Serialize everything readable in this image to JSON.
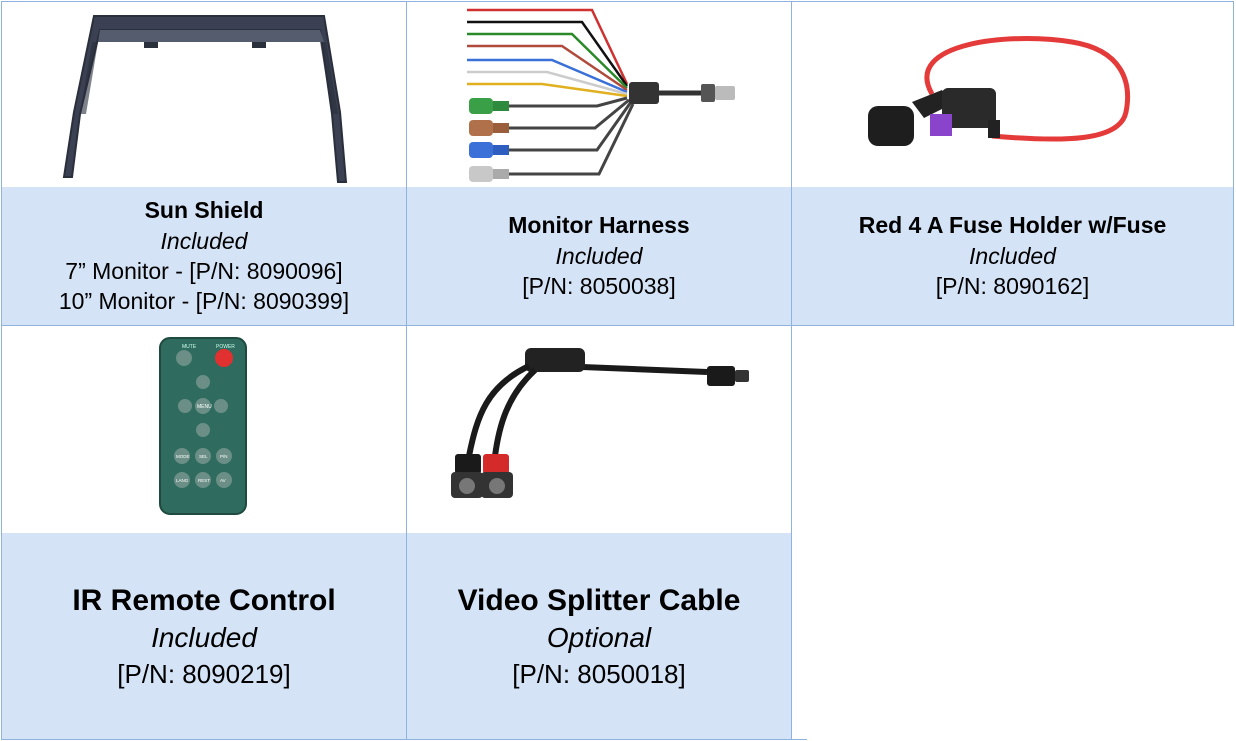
{
  "colors": {
    "caption_bg": "#d4e3f6",
    "grid_line": "#8fb3e0"
  },
  "items": [
    {
      "name": "Sun Shield",
      "status": "Included",
      "parts": [
        "7” Monitor - [P/N: 8090096]",
        "10” Monitor - [P/N: 8090399]"
      ],
      "icon": "sun-shield-icon"
    },
    {
      "name": "Monitor Harness",
      "status": "Included",
      "parts": [
        "[P/N: 8050038]"
      ],
      "icon": "monitor-harness-icon"
    },
    {
      "name": "Red 4 A Fuse Holder w/Fuse",
      "status": "Included",
      "parts": [
        "[P/N: 8090162]"
      ],
      "icon": "fuse-holder-icon"
    },
    {
      "name": "IR Remote Control",
      "status": "Included",
      "parts": [
        "[P/N: 8090219]"
      ],
      "icon": "ir-remote-icon"
    },
    {
      "name": "Video Splitter Cable",
      "status": "Optional",
      "parts": [
        "[P/N: 8050018]"
      ],
      "icon": "splitter-cable-icon"
    }
  ],
  "remote_labels": {
    "mute": "MUTE",
    "power": "POWER",
    "menu": "MENU",
    "mode": "MODE",
    "sel": "SEL",
    "pn": "P/N",
    "lang": "LANG",
    "rest": "REST",
    "av": "AV"
  }
}
